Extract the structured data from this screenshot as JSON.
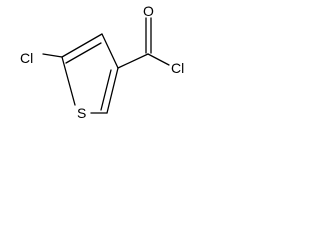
{
  "molecule": {
    "atoms": {
      "cl_left": "Cl",
      "oxygen": "O",
      "cl_right": "Cl",
      "sulfur": "S"
    }
  },
  "colors": {
    "ink": "#000000",
    "background": "#ffffff"
  }
}
